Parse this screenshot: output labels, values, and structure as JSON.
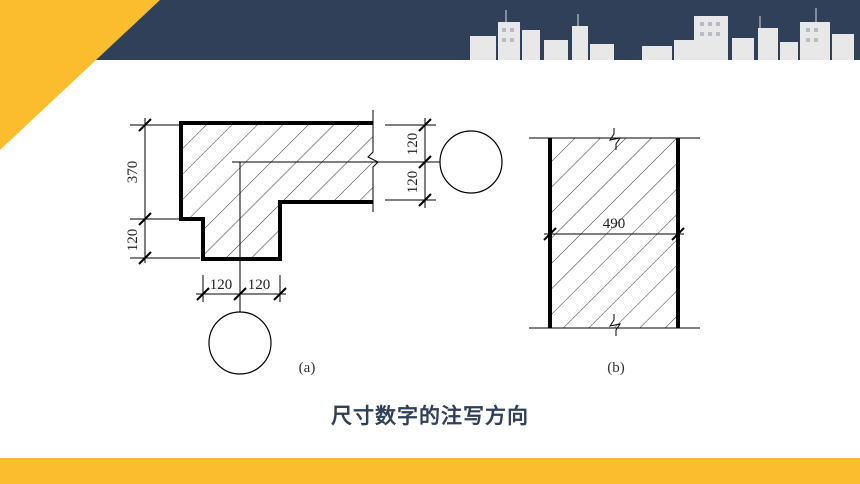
{
  "figure_a": {
    "label": "(a)",
    "dim_left_upper": "370",
    "dim_left_lower": "120",
    "dim_right_upper": "120",
    "dim_right_lower": "120",
    "dim_bottom_left": "120",
    "dim_bottom_right": "120"
  },
  "figure_b": {
    "label": "(b)",
    "dim_width": "490"
  },
  "caption": "尺寸数字的注写方向",
  "colors": {
    "header": "#2f4058",
    "accent": "#fbbd2e"
  }
}
